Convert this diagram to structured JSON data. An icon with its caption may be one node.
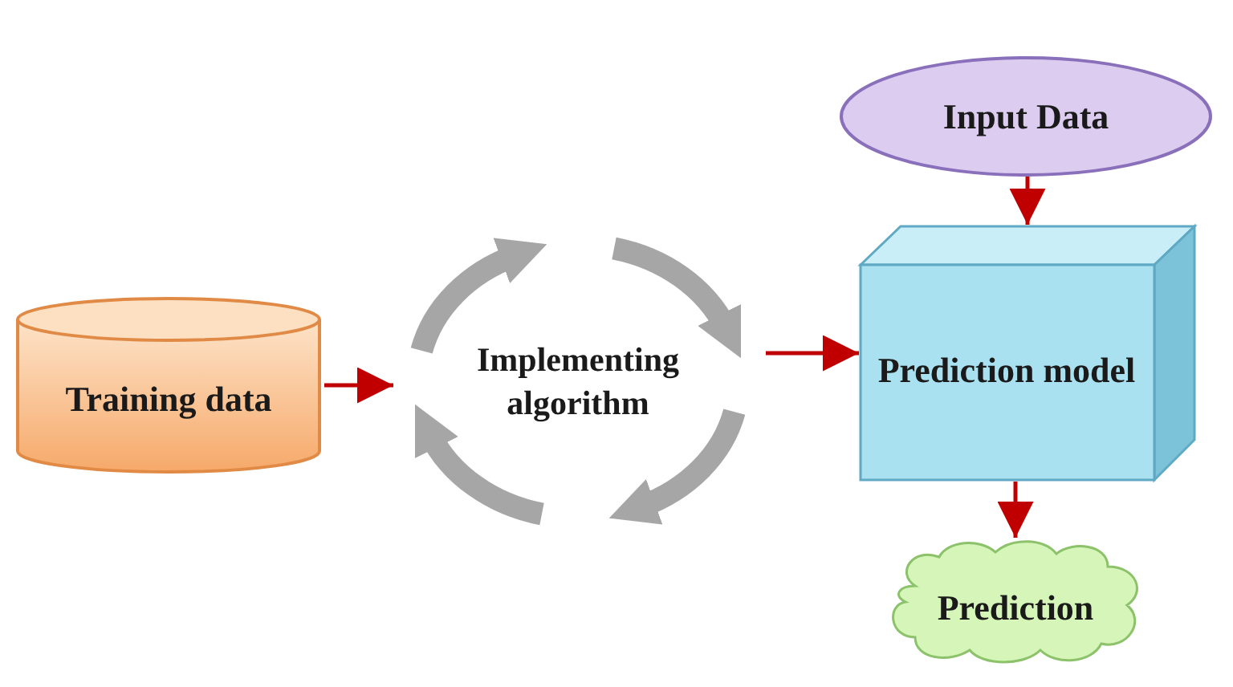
{
  "diagram": {
    "nodes": [
      {
        "text": [
          "Input Data"
        ]
      },
      {
        "text": [
          "Training data"
        ]
      },
      {
        "text": [
          "Implementing algorithm"
        ]
      },
      {
        "text": [
          "Prediction model"
        ]
      },
      {
        "text": [
          "Prediction"
        ]
      }
    ],
    "edges": [
      {
        "from": 1,
        "to": 2,
        "arrow": "to"
      },
      {
        "from": 2,
        "to": 3,
        "arrow": "to"
      },
      {
        "from": 0,
        "to": 3,
        "arrow": "to"
      },
      {
        "from": 3,
        "to": 4,
        "arrow": "to"
      }
    ]
  }
}
